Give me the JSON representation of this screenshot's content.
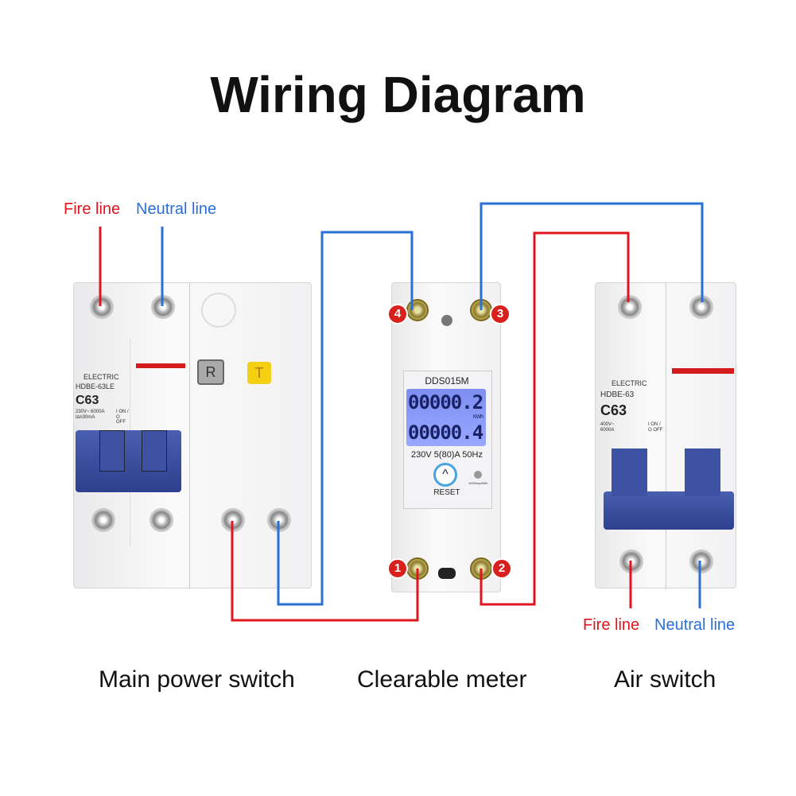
{
  "title": "Wiring Diagram",
  "labels": {
    "top_left_fire": "Fire line",
    "top_left_neutral": "Neutral line",
    "bottom_right_fire": "Fire line",
    "bottom_right_neutral": "Neutral line"
  },
  "captions": {
    "main": "Main power switch",
    "meter": "Clearable meter",
    "air": "Air switch"
  },
  "main_switch": {
    "brand": "ELECTRIC",
    "model": "HDBE-63LE",
    "rating": "C63",
    "specs": "230V~ 6000A I∆n30mA",
    "on_off": "I ON / O OFF",
    "reset_button": "R",
    "test_button": "T"
  },
  "meter": {
    "model": "DDS015M",
    "reading1": "00000.2",
    "unit": "KWh",
    "reading2": "00000.4",
    "spec": "230V 5(80)A 50Hz",
    "reset_label": "RESET",
    "imp": "1000imp/kWh",
    "terminals": [
      "1",
      "2",
      "3",
      "4"
    ]
  },
  "air_switch": {
    "brand": "ELECTRIC",
    "model": "HDBE-63",
    "rating": "C63",
    "specs": "400V~ 6000A",
    "on_off": "I ON / O OFF"
  },
  "colors": {
    "fire": "#e0161e",
    "neutral": "#2a6fd6"
  }
}
